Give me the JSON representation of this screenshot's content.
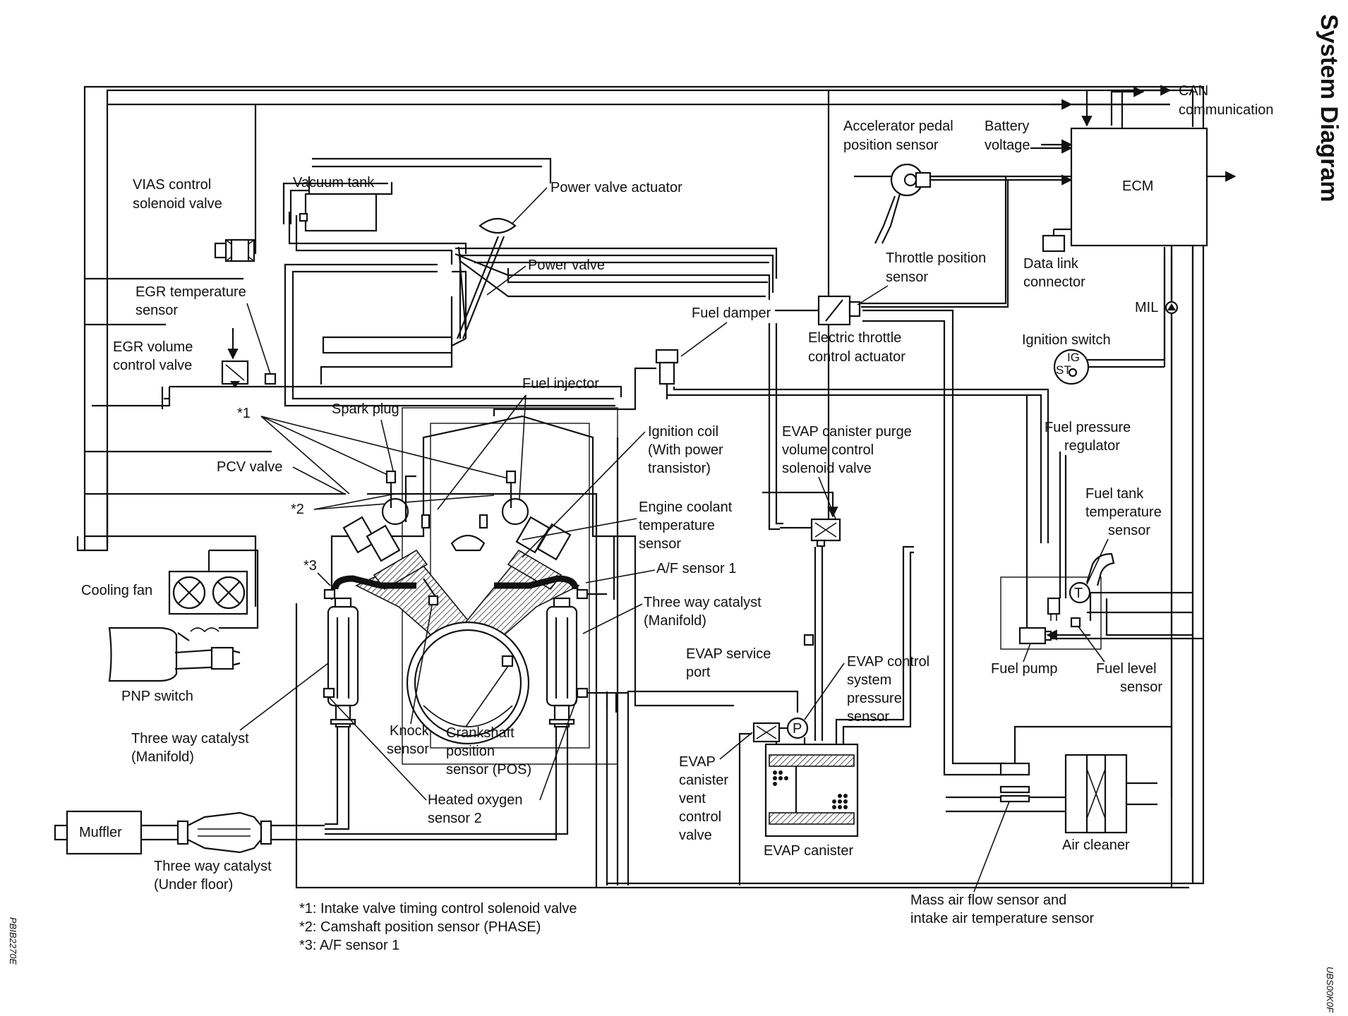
{
  "title": "System Diagram",
  "codes": {
    "left": "PBIB2270E",
    "right": "UBS00K0F"
  },
  "labels": {
    "can": "CAN",
    "can_comm": "communication",
    "ecm": "ECM",
    "battery1": "Battery",
    "battery2": "voltage",
    "accel1": "Accelerator pedal",
    "accel2": "position sensor",
    "tps1": "Throttle position",
    "tps2": "sensor",
    "dlc1": "Data link",
    "dlc2": "connector",
    "mil": "MIL",
    "etc1": "Electric throttle",
    "etc2": "control actuator",
    "ign_sw": "Ignition switch",
    "ign_ig": "IG",
    "ign_st": "ST",
    "vias1": "VIAS control",
    "vias2": "solenoid valve",
    "vac_tank": "Vacuum tank",
    "pva": "Power valve actuator",
    "pv": "Power valve",
    "egrt1": "EGR temperature",
    "egrt2": "sensor",
    "egrv1": "EGR volume",
    "egrv2": "control valve",
    "fuel_damper": "Fuel damper",
    "fuel_injector": "Fuel injector",
    "spark_plug": "Spark plug",
    "star1": "*1",
    "star2": "*2",
    "star3": "*3",
    "pcv": "PCV valve",
    "coil1": "Ignition coil",
    "coil2": "(With power",
    "coil3": "transistor)",
    "ect1": "Engine coolant",
    "ect2": "temperature",
    "ect3": "sensor",
    "af1": "A/F sensor 1",
    "twc_r1": "Three way catalyst",
    "twc_r2": "(Manifold)",
    "evap_purge1": "EVAP canister purge",
    "evap_purge2": "volume control",
    "evap_purge3": "solenoid valve",
    "fpr1": "Fuel pressure",
    "fpr2": "regulator",
    "ftt1": "Fuel tank",
    "ftt2": "temperature",
    "ftt3": "sensor",
    "fuel_pump": "Fuel pump",
    "fls1": "Fuel level",
    "fls2": "sensor",
    "cooling_fan": "Cooling fan",
    "pnp": "PNP switch",
    "twc_l1": "Three way catalyst",
    "twc_l2": "(Manifold)",
    "knock1": "Knock",
    "knock2": "sensor",
    "ckp1": "Crankshaft",
    "ckp2": "position",
    "ckp3": "sensor (POS)",
    "ho2s1": "Heated oxygen",
    "ho2s2": "sensor 2",
    "evap_port1": "EVAP service",
    "evap_port2": "port",
    "evap_ctrl1": "EVAP control",
    "evap_ctrl2": "system",
    "evap_ctrl3": "pressure",
    "evap_ctrl4": "sensor",
    "evap_vent1": "EVAP",
    "evap_vent2": "canister",
    "evap_vent3": "vent",
    "evap_vent4": "control",
    "evap_vent5": "valve",
    "evap_canister": "EVAP canister",
    "air_cleaner": "Air cleaner",
    "muffler": "Muffler",
    "twc_u1": "Three way catalyst",
    "twc_u2": "(Under floor)",
    "maf1": "Mass air flow sensor and",
    "maf2": "intake air temperature sensor",
    "pump_p": "P",
    "tank_t": "T",
    "note1": "*1: Intake valve timing control solenoid valve",
    "note2": "*2: Camshaft position sensor (PHASE)",
    "note3": "*3: A/F sensor 1"
  }
}
